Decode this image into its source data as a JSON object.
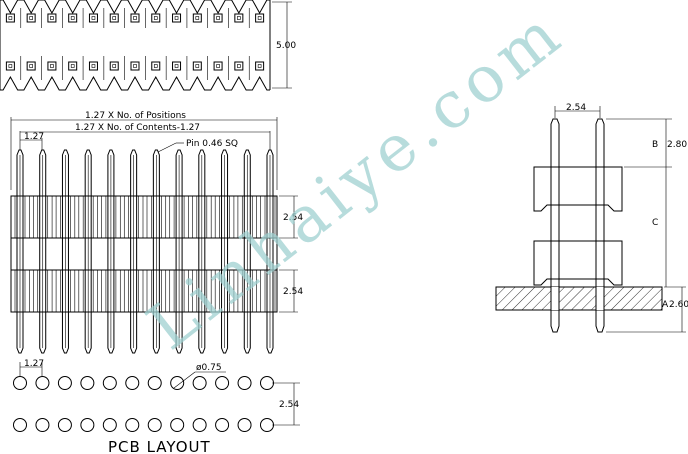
{
  "dimensions": {
    "height": "5.00",
    "positions": "1.27 X No. of Positions",
    "contents": "1.27 X No. of Contents-1.27",
    "pitch": "1.27",
    "pin": "Pin 0.46 SQ",
    "spacer_a": "2.54",
    "spacer_b": "2.54",
    "pcb_pitch": "1.27",
    "hole": "ø0.75",
    "row_gap": "2.54",
    "side_pitch": "2.54",
    "b_label": "B",
    "b_value": "2.80",
    "c_label": "C",
    "a_label": "A",
    "a_value": "2.60"
  },
  "pcb_layout_title": "PCB LAYOUT",
  "watermark": "Linhaiye.com",
  "pin_count": 12,
  "top_row_pins": 13
}
